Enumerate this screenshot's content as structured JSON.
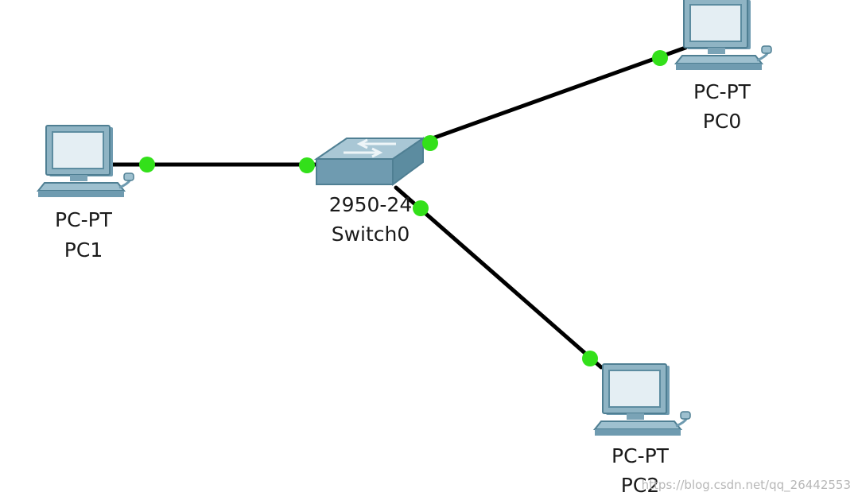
{
  "colors": {
    "background": "#ffffff",
    "cable": "#000000",
    "link_up": "#33e01a",
    "device_body": "#8fb4c4",
    "device_screen": "#e4eef3",
    "device_dark": "#4f7f93"
  },
  "devices": {
    "pc0": {
      "icon": "pc-icon",
      "model": "PC-PT",
      "name": "PC0"
    },
    "pc1": {
      "icon": "pc-icon",
      "model": "PC-PT",
      "name": "PC1"
    },
    "pc2": {
      "icon": "pc-icon",
      "model": "PC-PT",
      "name": "PC2"
    },
    "switch0": {
      "icon": "switch-icon",
      "model": "2950-24",
      "name": "Switch0"
    }
  },
  "links": [
    {
      "from": "pc1",
      "to": "switch0",
      "status": "up"
    },
    {
      "from": "switch0",
      "to": "pc0",
      "status": "up"
    },
    {
      "from": "switch0",
      "to": "pc2",
      "status": "up"
    }
  ],
  "watermark": "https://blog.csdn.net/qq_26442553"
}
